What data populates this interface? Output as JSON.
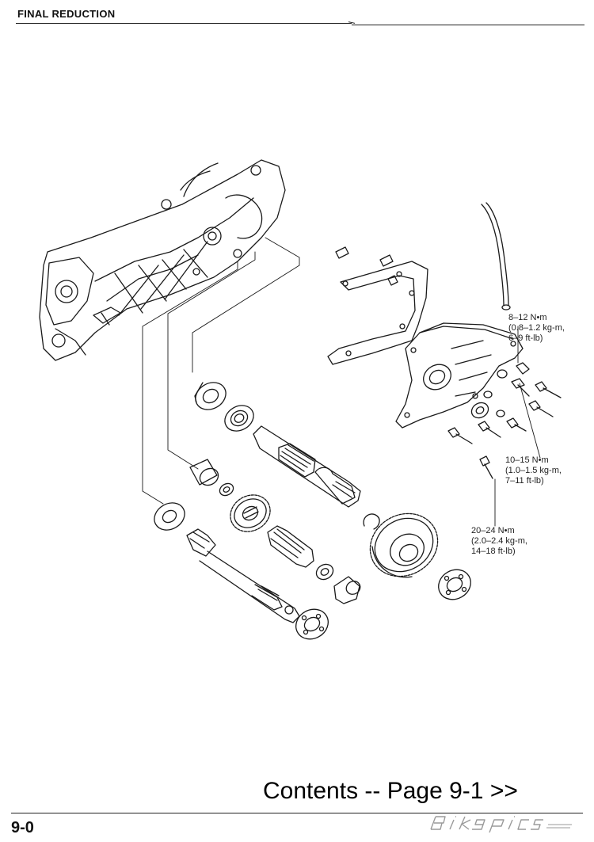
{
  "header": {
    "title": "FINAL REDUCTION"
  },
  "torque_specs": [
    {
      "line1": "8–12 N•m",
      "line2": "(0.8–1.2 kg-m,",
      "line3": "6–9 ft-lb)"
    },
    {
      "line1": "10–15 N•m",
      "line2": "(1.0–1.5 kg-m,",
      "line3": "7–11 ft-lb)"
    },
    {
      "line1": "20–24 N•m",
      "line2": "(2.0–2.4 kg-m,",
      "line3": "14–18 ft-lb)"
    }
  ],
  "navigation": {
    "next_link": "Contents -- Page 9-1 >>"
  },
  "footer": {
    "page_number": "9-0",
    "watermark": "bikepics"
  },
  "colors": {
    "ink": "#1a1a1a",
    "paper": "#ffffff",
    "watermark": "#9a9a9a"
  }
}
